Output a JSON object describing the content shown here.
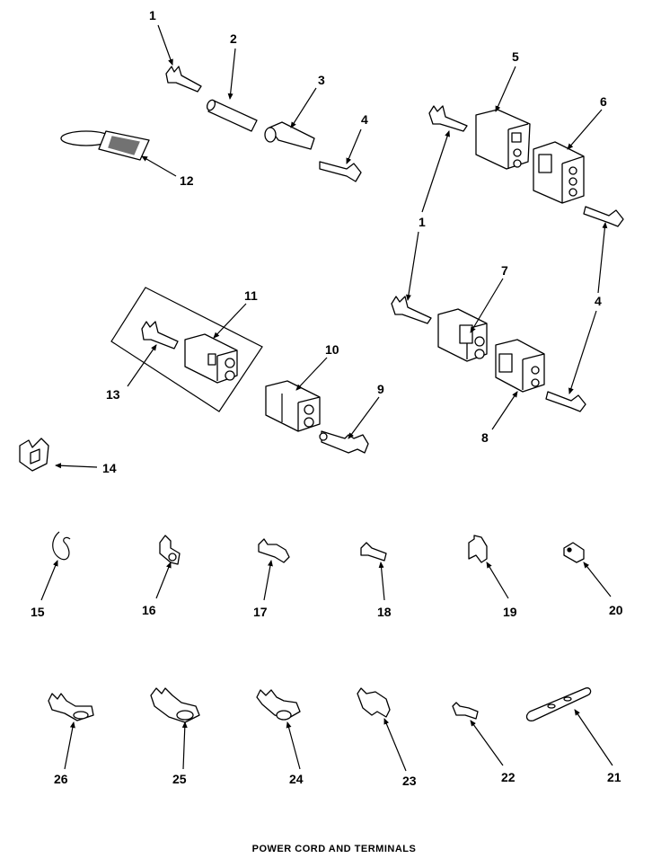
{
  "title": "POWER CORD AND TERMINALS",
  "callouts": [
    "1",
    "2",
    "3",
    "4",
    "5",
    "6",
    "12",
    "1",
    "4",
    "11",
    "7",
    "10",
    "9",
    "13",
    "8",
    "14",
    "15",
    "16",
    "17",
    "18",
    "19",
    "20",
    "26",
    "25",
    "24",
    "23",
    "22",
    "21"
  ],
  "colors": {
    "line": "#000000",
    "background": "#ffffff"
  }
}
